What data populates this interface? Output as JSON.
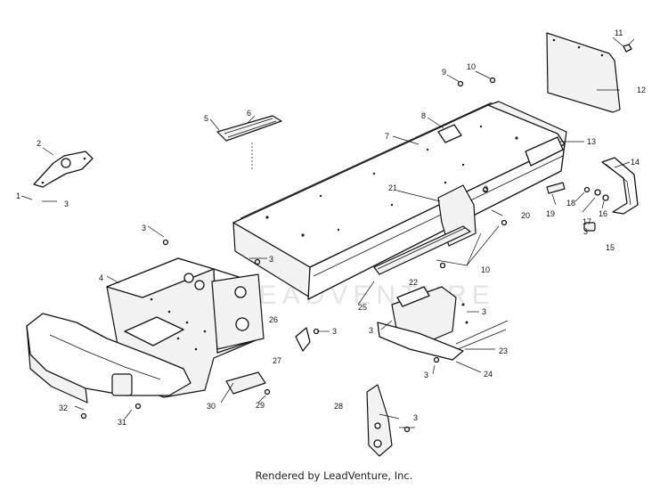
{
  "diagram": {
    "callouts": [
      "1",
      "2",
      "3",
      "3",
      "3",
      "3",
      "3",
      "3",
      "3",
      "3",
      "3",
      "3",
      "4",
      "5",
      "6",
      "7",
      "8",
      "9",
      "10",
      "10",
      "11",
      "12",
      "13",
      "14",
      "15",
      "16",
      "17",
      "18",
      "19",
      "20",
      "21",
      "22",
      "23",
      "24",
      "25",
      "26",
      "27",
      "28",
      "29",
      "30",
      "31",
      "32"
    ],
    "watermark": "LEADVENTURE",
    "footer": "Rendered by LeadVenture, Inc."
  }
}
